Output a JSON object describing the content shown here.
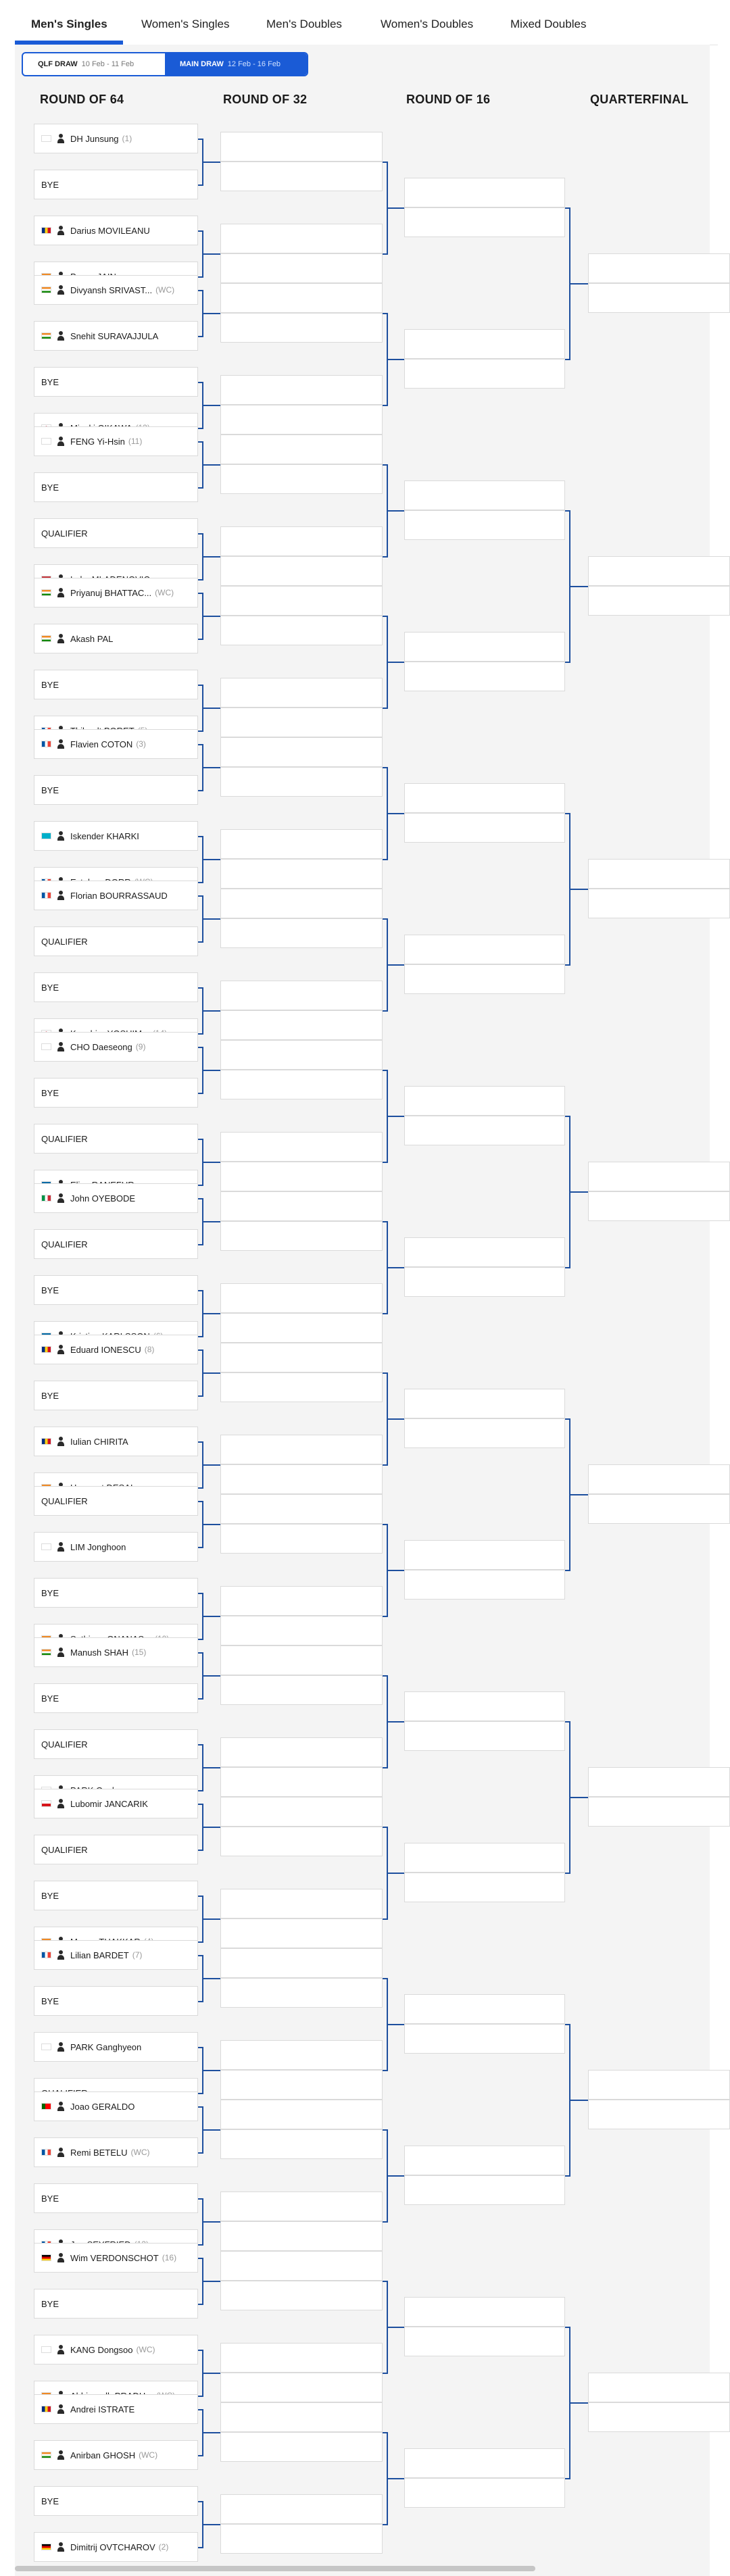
{
  "tabs": [
    "Men's Singles",
    "Women's Singles",
    "Men's Doubles",
    "Women's Doubles",
    "Mixed Doubles"
  ],
  "draw_toggle": {
    "qlf_label": "QLF DRAW",
    "qlf_dates": "10 Feb - 11 Feb",
    "main_label": "MAIN DRAW",
    "main_dates": "12 Feb - 16 Feb"
  },
  "rounds": [
    "ROUND OF 64",
    "ROUND OF 32",
    "ROUND OF 16",
    "QUARTERFINAL"
  ],
  "colors": {
    "accent": "#1a5bd6",
    "bracket_line": "#1d4f9e",
    "background": "#f4f4f4"
  },
  "round64": [
    {
      "name": "DH Junsung",
      "flag": "KOR",
      "seed": "(1)"
    },
    {
      "name": "BYE",
      "flag": "",
      "seed": ""
    },
    {
      "name": "Darius MOVILEANU",
      "flag": "ROU",
      "seed": ""
    },
    {
      "name": "Payas JAIN",
      "flag": "IND",
      "seed": ""
    },
    {
      "name": "Divyansh SRIVAST...",
      "flag": "IND",
      "seed": "(WC)"
    },
    {
      "name": "Snehit SURAVAJJULA",
      "flag": "IND",
      "seed": ""
    },
    {
      "name": "BYE",
      "flag": "",
      "seed": ""
    },
    {
      "name": "Mizuki OIKAWA",
      "flag": "JPN",
      "seed": "(13)"
    },
    {
      "name": "FENG Yi-Hsin",
      "flag": "TPE",
      "seed": "(11)"
    },
    {
      "name": "BYE",
      "flag": "",
      "seed": ""
    },
    {
      "name": "QUALIFIER",
      "flag": "",
      "seed": ""
    },
    {
      "name": "Luka MLADENOVIC",
      "flag": "SRB",
      "seed": ""
    },
    {
      "name": "Priyanuj BHATTAC...",
      "flag": "IND",
      "seed": "(WC)"
    },
    {
      "name": "Akash PAL",
      "flag": "IND",
      "seed": ""
    },
    {
      "name": "BYE",
      "flag": "",
      "seed": ""
    },
    {
      "name": "Thibault PORET",
      "flag": "FRA",
      "seed": "(5)"
    },
    {
      "name": "Flavien COTON",
      "flag": "FRA",
      "seed": "(3)"
    },
    {
      "name": "BYE",
      "flag": "",
      "seed": ""
    },
    {
      "name": "Iskender KHARKI",
      "flag": "KAZ",
      "seed": ""
    },
    {
      "name": "Esteban DORR",
      "flag": "FRA",
      "seed": "(WC)"
    },
    {
      "name": "Florian BOURRASSAUD",
      "flag": "FRA",
      "seed": ""
    },
    {
      "name": "QUALIFIER",
      "flag": "",
      "seed": ""
    },
    {
      "name": "BYE",
      "flag": "",
      "seed": ""
    },
    {
      "name": "Kazuhiro YOSHIM...",
      "flag": "JPN",
      "seed": "(14)"
    },
    {
      "name": "CHO Daeseong",
      "flag": "KOR",
      "seed": "(9)"
    },
    {
      "name": "BYE",
      "flag": "",
      "seed": ""
    },
    {
      "name": "QUALIFIER",
      "flag": "",
      "seed": ""
    },
    {
      "name": "Elias RANEFUR",
      "flag": "SWE",
      "seed": ""
    },
    {
      "name": "John OYEBODE",
      "flag": "ITA",
      "seed": ""
    },
    {
      "name": "QUALIFIER",
      "flag": "",
      "seed": ""
    },
    {
      "name": "BYE",
      "flag": "",
      "seed": ""
    },
    {
      "name": "Kristian KARLSSON",
      "flag": "SWE",
      "seed": "(6)"
    },
    {
      "name": "Eduard IONESCU",
      "flag": "ROU",
      "seed": "(8)"
    },
    {
      "name": "BYE",
      "flag": "",
      "seed": ""
    },
    {
      "name": "Iulian CHIRITA",
      "flag": "ROU",
      "seed": ""
    },
    {
      "name": "Harmeet DESAI",
      "flag": "IND",
      "seed": ""
    },
    {
      "name": "QUALIFIER",
      "flag": "",
      "seed": ""
    },
    {
      "name": "LIM Jonghoon",
      "flag": "KOR",
      "seed": ""
    },
    {
      "name": "BYE",
      "flag": "",
      "seed": ""
    },
    {
      "name": "Sathiyan GNANAS...",
      "flag": "IND",
      "seed": "(10)"
    },
    {
      "name": "Manush SHAH",
      "flag": "IND",
      "seed": "(15)"
    },
    {
      "name": "BYE",
      "flag": "",
      "seed": ""
    },
    {
      "name": "QUALIFIER",
      "flag": "",
      "seed": ""
    },
    {
      "name": "PARK Gyuhyeon",
      "flag": "KOR",
      "seed": ""
    },
    {
      "name": "Lubomir JANCARIK",
      "flag": "CZE",
      "seed": ""
    },
    {
      "name": "QUALIFIER",
      "flag": "",
      "seed": ""
    },
    {
      "name": "BYE",
      "flag": "",
      "seed": ""
    },
    {
      "name": "Manav THAKKAR",
      "flag": "IND",
      "seed": "(4)"
    },
    {
      "name": "Lilian BARDET",
      "flag": "FRA",
      "seed": "(7)"
    },
    {
      "name": "BYE",
      "flag": "",
      "seed": ""
    },
    {
      "name": "PARK Ganghyeon",
      "flag": "KOR",
      "seed": ""
    },
    {
      "name": "QUALIFIER",
      "flag": "",
      "seed": ""
    },
    {
      "name": "Joao GERALDO",
      "flag": "POR",
      "seed": ""
    },
    {
      "name": "Remi BETELU",
      "flag": "FRA",
      "seed": "(WC)"
    },
    {
      "name": "BYE",
      "flag": "",
      "seed": ""
    },
    {
      "name": "Joe SEYFRIED",
      "flag": "FRA",
      "seed": "(12)"
    },
    {
      "name": "Wim VERDONSCHOT",
      "flag": "GER",
      "seed": "(16)"
    },
    {
      "name": "BYE",
      "flag": "",
      "seed": ""
    },
    {
      "name": "KANG Dongsoo",
      "flag": "KOR",
      "seed": "(WC)"
    },
    {
      "name": "Abhinandh PRADH...",
      "flag": "IND",
      "seed": "(WC)"
    },
    {
      "name": "Andrei ISTRATE",
      "flag": "ROU",
      "seed": ""
    },
    {
      "name": "Anirban GHOSH",
      "flag": "IND",
      "seed": "(WC)"
    },
    {
      "name": "BYE",
      "flag": "",
      "seed": ""
    },
    {
      "name": "Dimitrij OVTCHAROV",
      "flag": "GER",
      "seed": "(2)"
    }
  ]
}
